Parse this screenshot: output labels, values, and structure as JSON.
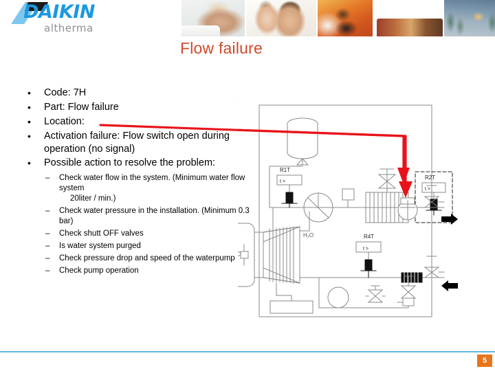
{
  "slide": {
    "title": "Flow failure",
    "page_number": "5",
    "accent_color": "#d1492b",
    "rule_color": "#66b7dd",
    "page_badge_color": "#e8751a",
    "callout_color": "#e8131a"
  },
  "logo": {
    "wordmark": "DAIKIN",
    "subtitle": "altherma",
    "wordmark_color": "#1b9ae0",
    "subtitle_color": "#8d9095"
  },
  "header": {
    "photos": [
      {
        "name": "photo-woman-bath"
      },
      {
        "name": "photo-father-daughter"
      },
      {
        "name": "photo-man-painting"
      },
      {
        "name": "photo-living-room"
      },
      {
        "name": "photo-winter-chalet"
      }
    ]
  },
  "bullets": [
    {
      "mark": "•",
      "text": "Code: 7H"
    },
    {
      "mark": "•",
      "text": "Part: Flow failure"
    },
    {
      "mark": "•",
      "text": "Location:"
    },
    {
      "mark": "•",
      "text": "Activation failure: Flow switch open during operation (no signal)"
    },
    {
      "mark": "•",
      "text": "Possible action to resolve the problem:"
    }
  ],
  "sub_bullets": [
    {
      "mark": "–",
      "text": "Check water flow in the system. (Minimum water flow system",
      "indent_text": "20liter / min.)"
    },
    {
      "mark": "–",
      "text": "Check water pressure in the installation. (Minimum 0.3 bar)",
      "indent_text": ""
    },
    {
      "mark": "–",
      "text": "Check shutt OFF valves",
      "indent_text": ""
    },
    {
      "mark": "–",
      "text": "Is water system purged",
      "indent_text": ""
    },
    {
      "mark": "–",
      "text": "Check pressure drop and speed of the waterpump",
      "indent_text": ""
    },
    {
      "mark": "–",
      "text": "Check pump operation",
      "indent_text": ""
    }
  ],
  "diagram": {
    "labels": {
      "r1t": "R1T",
      "r2t": "R2T",
      "r4t": "R4T",
      "h2o": "H₂O",
      "sensor_symbol": "t >"
    },
    "components": [
      "expansion-vessel",
      "circulation-pump",
      "pressure-relief-valve",
      "air-purge-valve",
      "plate-heat-exchanger",
      "flow-switch",
      "backup-heater",
      "outdoor-fan-unit",
      "filter",
      "shutoff-valve-supply",
      "shutoff-valve-return",
      "pressure-gauge",
      "drain-valve",
      "expansion-valve"
    ]
  }
}
